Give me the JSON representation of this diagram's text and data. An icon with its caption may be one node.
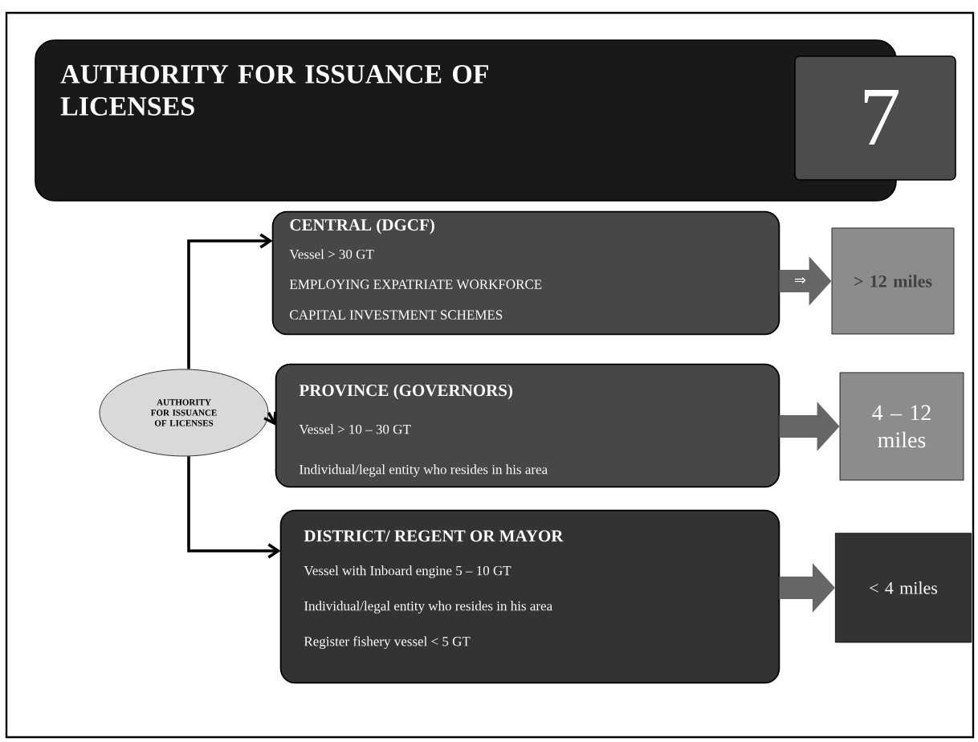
{
  "diagram": {
    "title": "AUTHORITY FOR ISSUANCE OF LICENSES",
    "nodes": [
      {
        "text": [
          "AUTHORITY FOR ISSUANCE OF LICENSES"
        ]
      },
      {
        "text": [
          "CENTRAL (DGCF)",
          "Vessel > 30 GT",
          "EMPLOYING EXPATRIATE WORKFORCE",
          "CAPITAL INVESTMENT SCHEMES"
        ]
      },
      {
        "text": [
          "PROVINCE (GOVERNORS)",
          "Vessel > 10 – 30 GT",
          "Individual/legal entity who resides in his area"
        ]
      },
      {
        "text": [
          "DISTRICT/ REGENT OR MAYOR",
          "Vessel with Inboard engine 5 – 10 GT",
          "Individual/legal entity who resides in his area",
          "Register fishery vessel < 5 GT"
        ]
      },
      {
        "text": [
          "> 12 miles"
        ]
      },
      {
        "text": [
          "4 – 12 miles"
        ]
      },
      {
        "text": [
          "< 4 miles"
        ]
      }
    ],
    "edges": [
      {
        "from": 0,
        "to": 1,
        "arrow": "to"
      },
      {
        "from": 0,
        "to": 2,
        "arrow": "to"
      },
      {
        "from": 0,
        "to": 3,
        "arrow": "to"
      },
      {
        "from": 1,
        "to": 4,
        "arrow": "to",
        "style": "thick",
        "color": "#666666",
        "label": "⇒"
      },
      {
        "from": 2,
        "to": 5,
        "arrow": "to",
        "style": "thick",
        "color": "#666666"
      },
      {
        "from": 3,
        "to": 6,
        "arrow": "to",
        "style": "thick",
        "color": "#666666"
      }
    ],
    "labels": [
      "7"
    ]
  }
}
